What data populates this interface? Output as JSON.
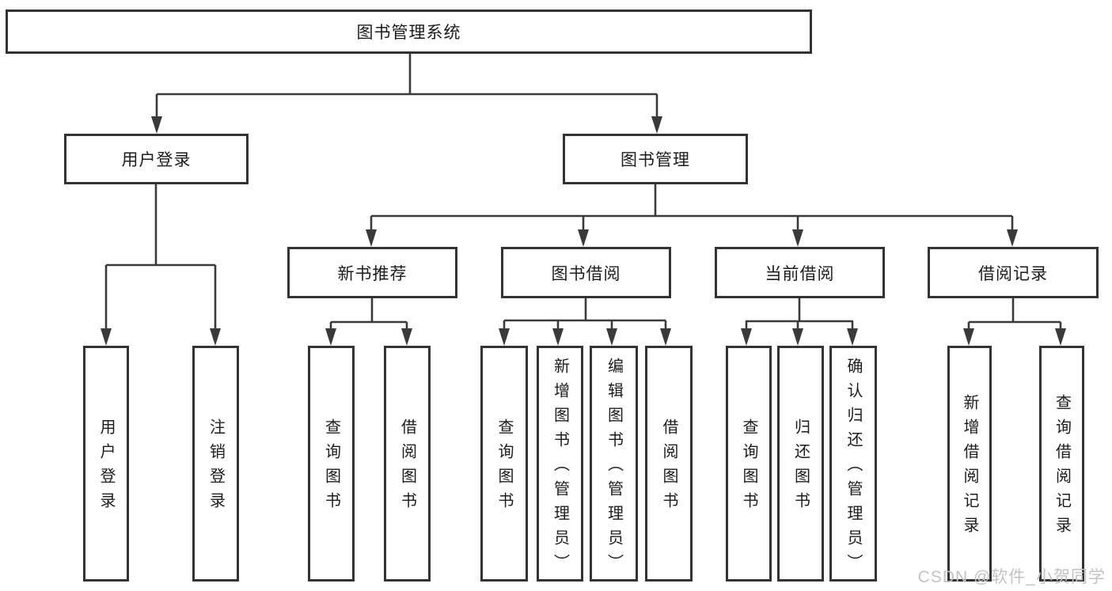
{
  "nodes": {
    "root": "图书管理系统",
    "user_login_branch": "用户登录",
    "book_mgmt_branch": "图书管理",
    "new_book_recommend": "新书推荐",
    "book_borrow": "图书借阅",
    "current_borrow": "当前借阅",
    "borrow_records": "借阅记录",
    "leaf_user_login": "用户登录",
    "leaf_logout": "注销登录",
    "leaf_nbr_query_books": "查询图书",
    "leaf_nbr_borrow_books": "借阅图书",
    "leaf_bb_query_books": "查询图书",
    "leaf_bb_add_books": "新增图书（管理员）",
    "leaf_bb_edit_books": "编辑图书（管理员）",
    "leaf_bb_borrow_books": "借阅图书",
    "leaf_cb_query_books": "查询图书",
    "leaf_cb_return_books": "归还图书",
    "leaf_cb_confirm_return": "确认归还（管理员）",
    "leaf_br_add_record": "新增借阅记录",
    "leaf_br_query_record": "查询借阅记录"
  },
  "watermark": "CSDN @软件_小贺同学",
  "colors": {
    "line": "#3a3a3a",
    "border": "#333333",
    "text": "#1c1c1c",
    "background": "#ffffff",
    "watermark": "#c3c3c3"
  }
}
